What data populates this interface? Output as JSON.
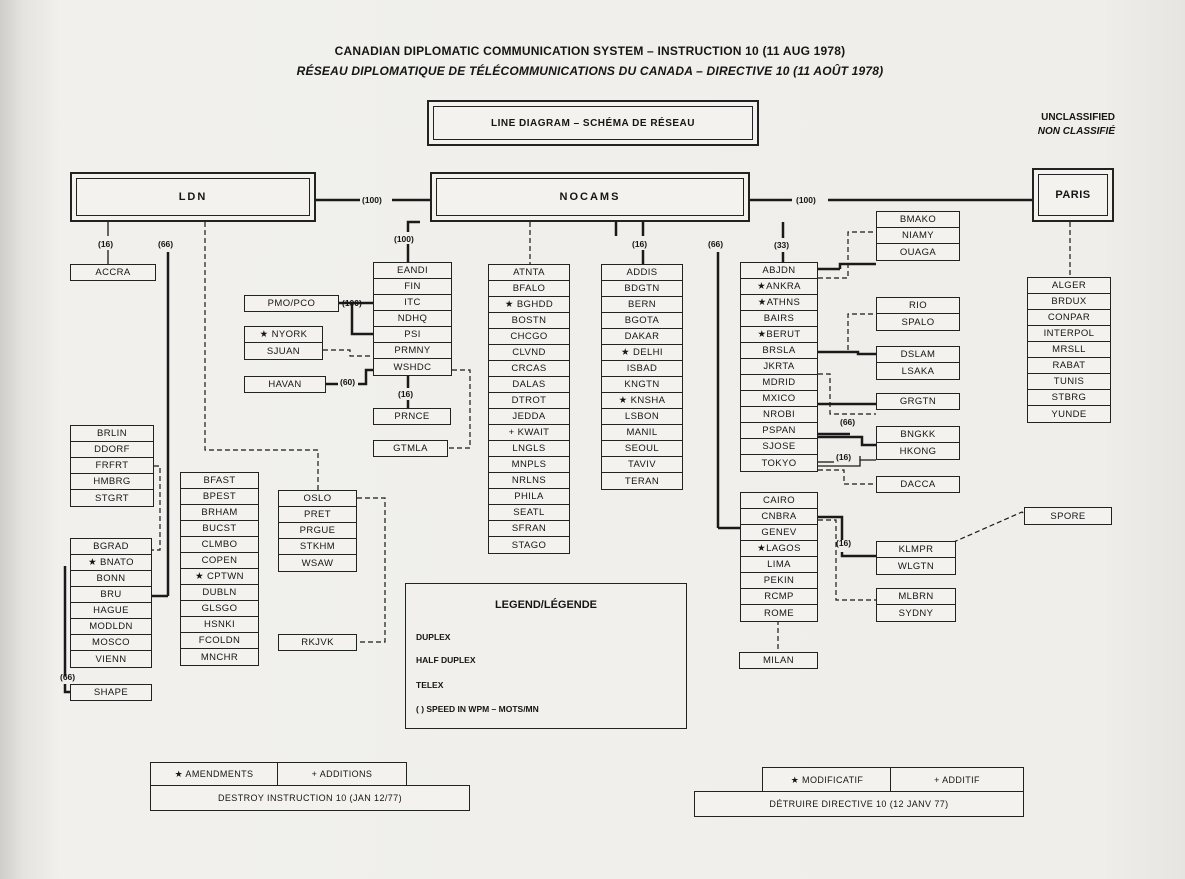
{
  "titles": {
    "en": "CANADIAN DIPLOMATIC COMMUNICATION SYSTEM – INSTRUCTION 10 (11 AUG 1978)",
    "fr": "RÉSEAU DIPLOMATIQUE DE TÉLÉCOMMUNICATIONS DU CANADA – DIRECTIVE 10 (11 AOÛT 1978)",
    "diagram": "LINE DIAGRAM – SCHÉMA DE RÉSEAU"
  },
  "classification": {
    "en": "UNCLASSIFIED",
    "fr": "NON CLASSIFIÉ"
  },
  "hubs": {
    "ldn": "LDN",
    "nocams": "NOCAMS",
    "paris": "PARIS"
  },
  "speeds": {
    "ldn_nocams": "(100)",
    "nocams_paris": "(100)",
    "ldn_accra": "(16)",
    "ldn_shape_main": "(66)",
    "nocams_eandi": "(100)",
    "nocams_addis": "(16)",
    "nocams_cairo": "(66)",
    "nocams_abjdn": "(33)",
    "pmo": "(100)",
    "havan": "(60)",
    "prnce": "(16)",
    "shape": "(66)",
    "bngkk": "(66)",
    "dacca": "(16)",
    "klmpr": "(16)"
  },
  "boxes": {
    "accra": "ACCRA",
    "pmo": "PMO/PCO",
    "havan": "HAVAN",
    "prnce": "PRNCE",
    "gtmla": "GTMLA",
    "rkjvk": "RKJVK",
    "shape": "SHAPE",
    "milan": "MILAN",
    "spore": "SPORE",
    "dacca": "DACCA",
    "grgtn": "GRGTN"
  },
  "columns": {
    "nyork": [
      "★ NYORK",
      "SJUAN"
    ],
    "eandi": [
      "EANDI",
      "FIN",
      "ITC",
      "NDHQ",
      "PSI",
      "PRMNY",
      "WSHDC"
    ],
    "atnta": [
      "ATNTA",
      "BFALO",
      "★ BGHDD",
      "BOSTN",
      "CHCGO",
      "CLVND",
      "CRCAS",
      "DALAS",
      "DTROT",
      "JEDDA",
      "+ KWAIT",
      "LNGLS",
      "MNPLS",
      "NRLNS",
      "PHILA",
      "SEATL",
      "SFRAN",
      "STAGO"
    ],
    "addis": [
      "ADDIS",
      "BDGTN",
      "BERN",
      "BGOTA",
      "DAKAR",
      "★ DELHI",
      "ISBAD",
      "KNGTN",
      "★ KNSHA",
      "LSBON",
      "MANIL",
      "SEOUL",
      "TAVIV",
      "TERAN"
    ],
    "abjdn": [
      "ABJDN",
      "★ANKRA",
      "★ATHNS",
      "BAIRS",
      "★BERUT",
      "BRSLA",
      "JKRTA",
      "MDRID",
      "MXICO",
      "NROBI",
      "PSPAN",
      "SJOSE",
      "TOKYO"
    ],
    "cairo": [
      "CAIRO",
      "CNBRA",
      "GENEV",
      "★LAGOS",
      "LIMA",
      "PEKIN",
      "RCMP",
      "ROME"
    ],
    "bmako": [
      "BMAKO",
      "NIAMY",
      "OUAGA"
    ],
    "rio": [
      "RIO",
      "SPALO"
    ],
    "dslam": [
      "DSLAM",
      "LSAKA"
    ],
    "bngkk": [
      "BNGKK",
      "HKONG"
    ],
    "klmpr": [
      "KLMPR",
      "WLGTN"
    ],
    "mlbrn": [
      "MLBRN",
      "SYDNY"
    ],
    "paris": [
      "ALGER",
      "BRDUX",
      "CONPAR",
      "INTERPOL",
      "MRSLL",
      "RABAT",
      "TUNIS",
      "STBRG",
      "YUNDE"
    ],
    "brlin": [
      "BRLIN",
      "DDORF",
      "FRFRT",
      "HMBRG",
      "STGRT"
    ],
    "bgrad": [
      "BGRAD",
      "★ BNATO",
      "BONN",
      "BRU",
      "HAGUE",
      "MODLDN",
      "MOSCO",
      "VIENN"
    ],
    "bfast": [
      "BFAST",
      "BPEST",
      "BRHAM",
      "BUCST",
      "CLMBO",
      "COPEN",
      "★ CPTWN",
      "DUBLN",
      "GLSGO",
      "HSNKI",
      "FCOLDN",
      "MNCHR"
    ],
    "oslo": [
      "OSLO",
      "PRET",
      "PRGUE",
      "STKHM",
      "WSAW"
    ]
  },
  "legend": {
    "title": "LEGEND/LÉGENDE",
    "duplex": "DUPLEX",
    "half_duplex": "HALF DUPLEX",
    "telex": "TELEX",
    "speed": "(    ) SPEED IN WPM – MOTS/MN"
  },
  "notes": {
    "amendments": "★ AMENDMENTS",
    "additions": "+ ADDITIONS",
    "destroy_en": "DESTROY INSTRUCTION 10 (JAN 12/77)",
    "modificatif": "★ MODIFICATIF",
    "additif": "+ ADDITIF",
    "destroy_fr": "DÉTRUIRE DIRECTIVE 10 (12 JANV 77)"
  }
}
